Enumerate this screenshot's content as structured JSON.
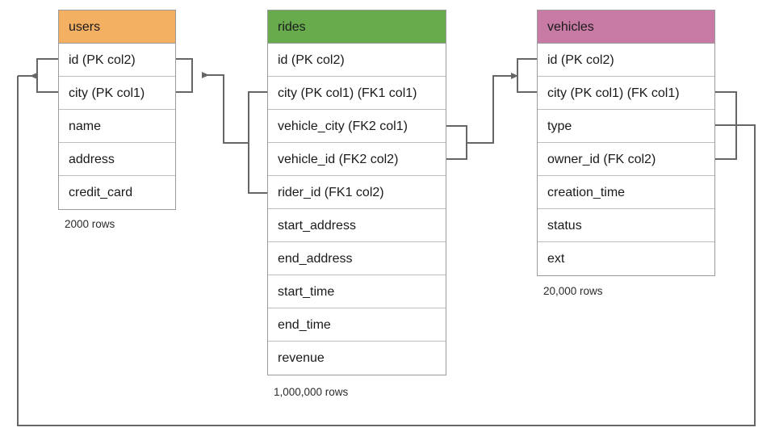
{
  "diagram": {
    "title": "database-schema-er-diagram",
    "background": "#ffffff",
    "line_color": "#666666"
  },
  "tables": [
    {
      "id": "users",
      "name": "users",
      "header_color": "#F3AF62",
      "row_count_label": "2000 rows",
      "columns": [
        "id (PK col2)",
        "city (PK col1)",
        "name",
        "address",
        "credit_card"
      ]
    },
    {
      "id": "rides",
      "name": "rides",
      "header_color": "#67AB4D",
      "row_count_label": "1,000,000 rows",
      "columns": [
        "id (PK col2)",
        "city (PK col1) (FK1 col1)",
        "vehicle_city (FK2 col1)",
        "vehicle_id (FK2 col2)",
        "rider_id (FK1 col2)",
        "start_address",
        "end_address",
        "start_time",
        "end_time",
        "revenue"
      ]
    },
    {
      "id": "vehicles",
      "name": "vehicles",
      "header_color": "#C77BA4",
      "row_count_label": "20,000 rows",
      "columns": [
        "id (PK col2)",
        "city (PK col1) (FK col1)",
        "type",
        "owner_id (FK col2)",
        "creation_time",
        "status",
        "ext"
      ]
    }
  ],
  "relationships": [
    {
      "name": "rides-fk1-to-users",
      "from_table": "rides",
      "from_columns": [
        "city (PK col1) (FK1 col1)",
        "rider_id (FK1 col2)"
      ],
      "to_table": "users",
      "to_columns": [
        "id (PK col2)",
        "city (PK col1)"
      ],
      "label": "FK1"
    },
    {
      "name": "rides-fk2-to-vehicles",
      "from_table": "rides",
      "from_columns": [
        "vehicle_city (FK2 col1)",
        "vehicle_id (FK2 col2)"
      ],
      "to_table": "vehicles",
      "to_columns": [
        "id (PK col2)",
        "city (PK col1) (FK col1)"
      ],
      "label": "FK2"
    },
    {
      "name": "vehicles-fk-to-users",
      "from_table": "vehicles",
      "from_columns": [
        "city (PK col1) (FK col1)",
        "owner_id (FK col2)"
      ],
      "to_table": "users",
      "to_columns": [
        "id (PK col2)",
        "city (PK col1)"
      ],
      "label": "FK"
    }
  ]
}
